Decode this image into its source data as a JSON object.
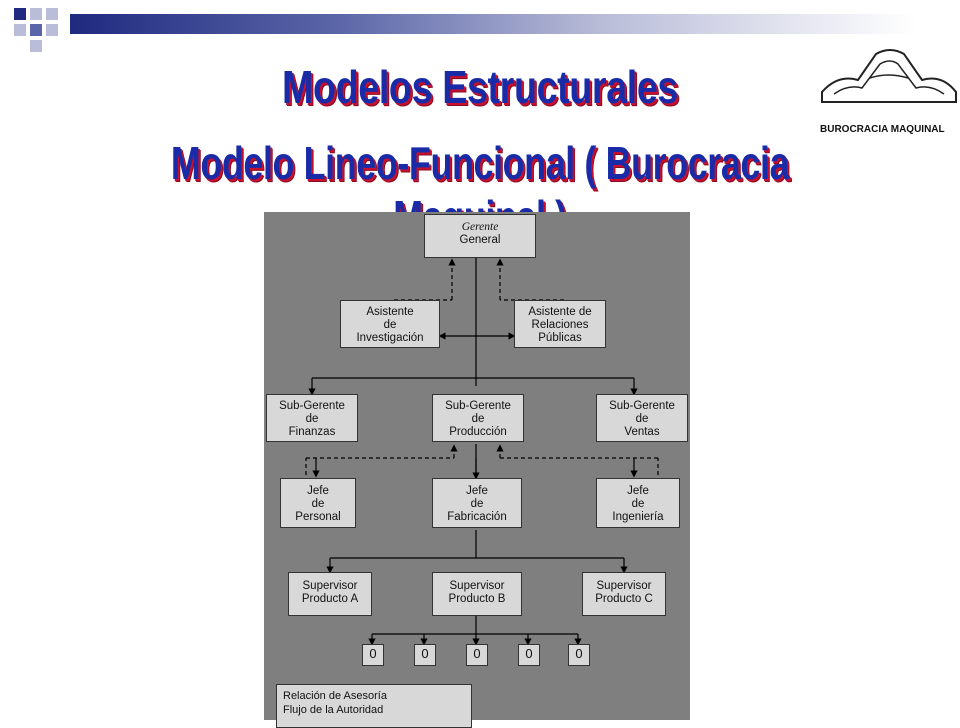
{
  "slide": {
    "title": "Modelos Estructurales",
    "subtitle": "Modelo Lineo-Funcional ( Burocracia Maquinal )"
  },
  "logo": {
    "caption": "BUROCRACIA MAQUINAL",
    "icon": "machine-bureaucracy-logo"
  },
  "org_chart": {
    "gerente": {
      "line1": "Gerente",
      "line2": "General"
    },
    "asistente_investigacion": [
      "Asistente",
      "de",
      "Investigación"
    ],
    "asistente_relaciones": [
      "Asistente de",
      "Relaciones",
      "Públicas"
    ],
    "subgerente_finanzas": [
      "Sub-Gerente",
      "de",
      "Finanzas"
    ],
    "subgerente_produccion": [
      "Sub-Gerente",
      "de",
      "Producción"
    ],
    "subgerente_ventas": [
      "Sub-Gerente",
      "de",
      "Ventas"
    ],
    "jefe_personal": [
      "Jefe",
      "de",
      "Personal"
    ],
    "jefe_fabricacion": [
      "Jefe",
      "de",
      "Fabricación"
    ],
    "jefe_ingenieria": [
      "Jefe",
      "de",
      "Ingeniería"
    ],
    "supervisor_a": [
      "Supervisor",
      "Producto A"
    ],
    "supervisor_b": [
      "Supervisor",
      "Producto B"
    ],
    "supervisor_c": [
      "Supervisor",
      "Producto C"
    ],
    "operarios": [
      "0",
      "0",
      "0",
      "0",
      "0"
    ],
    "legend": {
      "advisory": "Relación de Asesoría",
      "authority": "Flujo de la Autoridad"
    }
  },
  "colors": {
    "title": "#1a2ba8",
    "title_shadow": "#c8102e",
    "chart_bg": "#7f7f7f",
    "box_bg": "#d8d8d8"
  }
}
